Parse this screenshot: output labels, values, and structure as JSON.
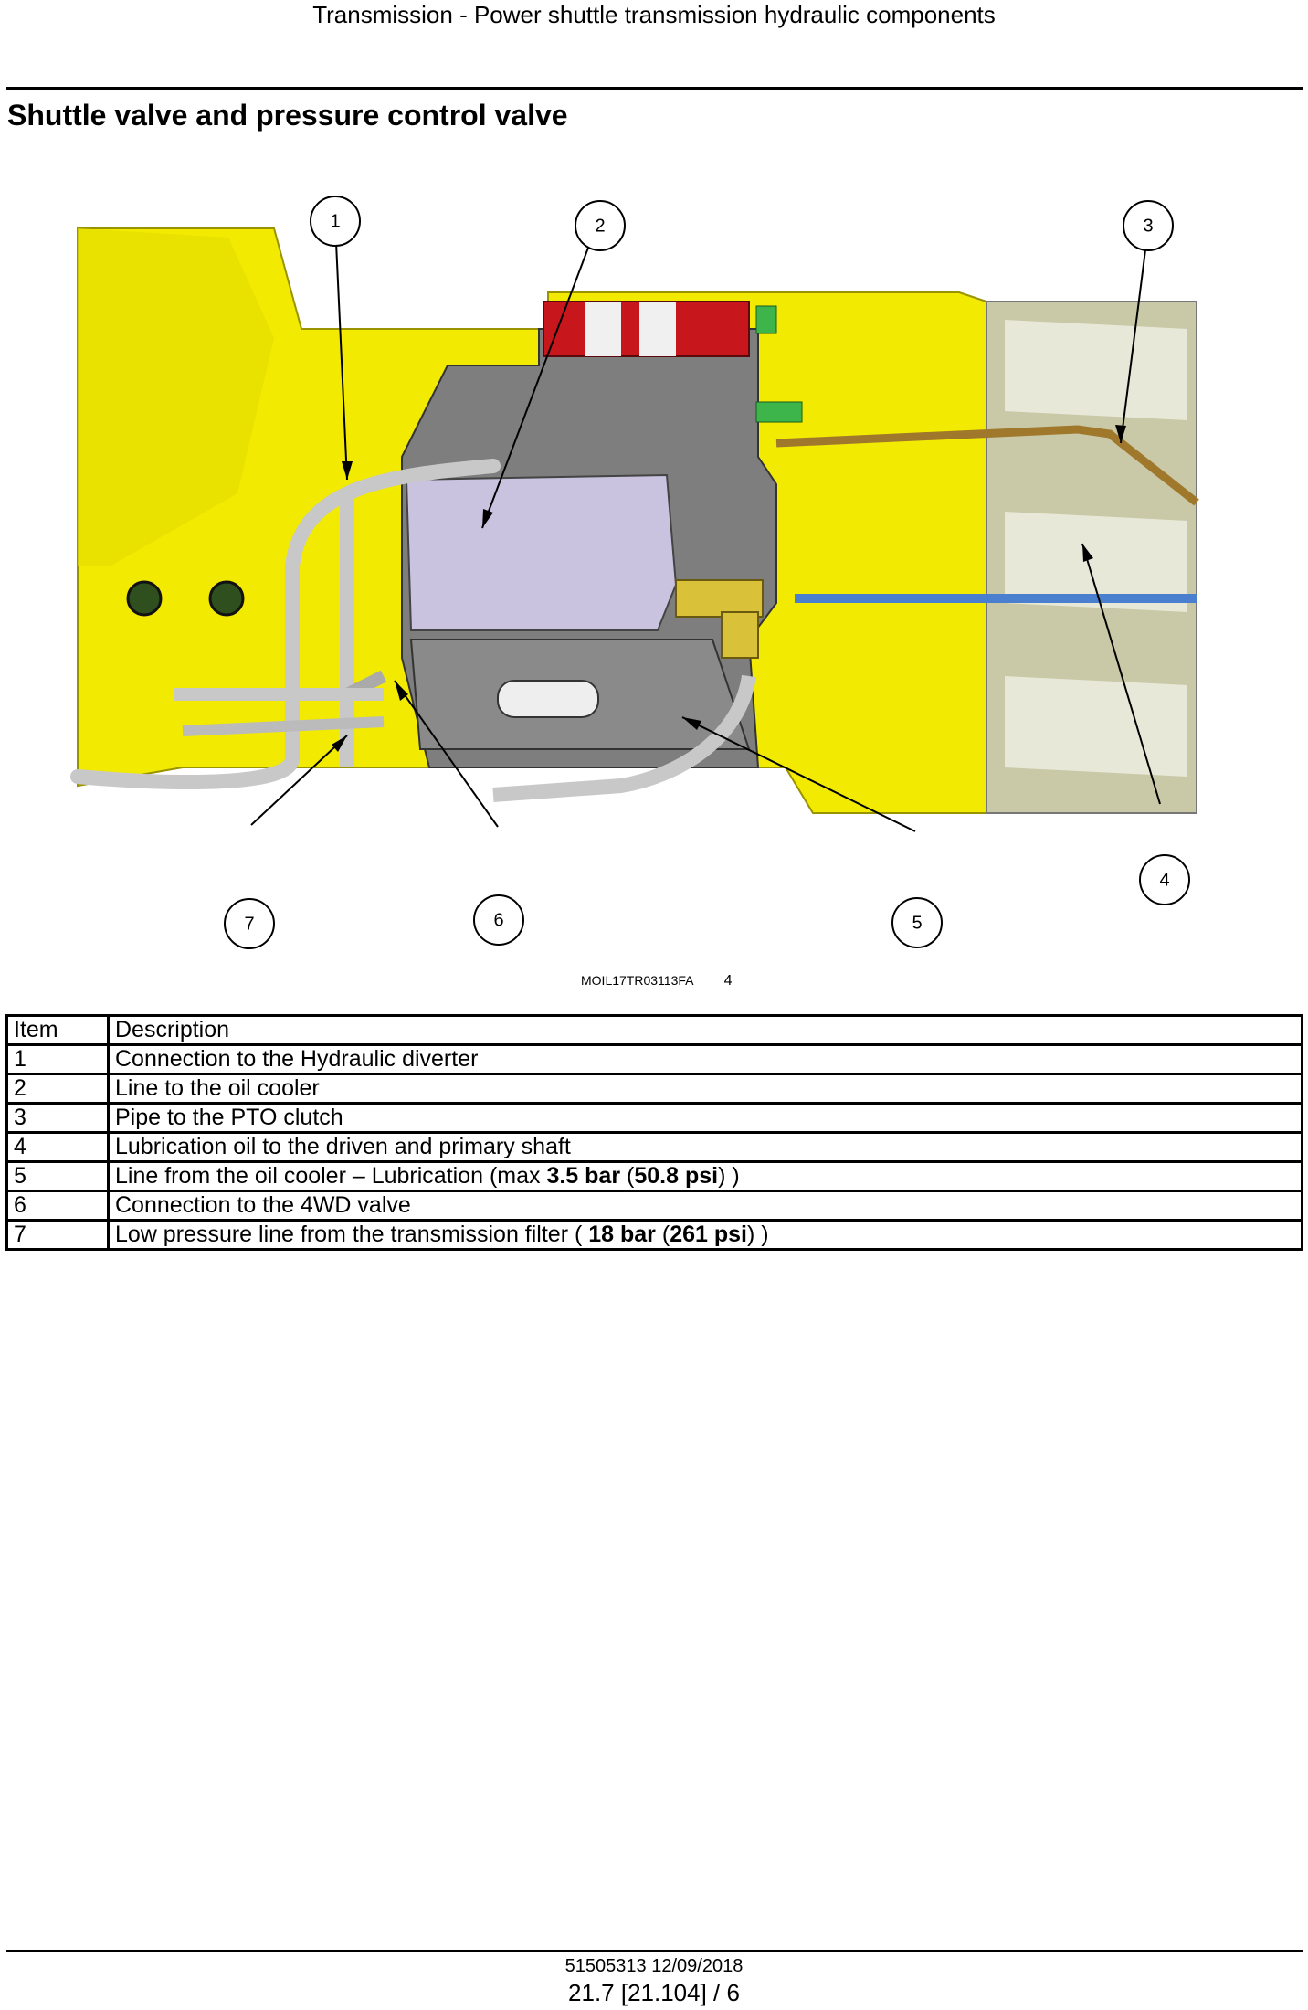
{
  "header": {
    "title": "Transmission - Power shuttle transmission hydraulic components"
  },
  "section": {
    "title": "Shuttle valve and pressure control valve"
  },
  "figure": {
    "callouts": [
      "1",
      "2",
      "3",
      "4",
      "5",
      "6",
      "7"
    ],
    "caption_id": "MOIL17TR03113FA",
    "caption_num": "4",
    "colors": {
      "housing": "#f2ea00",
      "valve_body": "#7e7e7e",
      "red_cover": "#c8161d",
      "green_fitting": "#3db54a",
      "pipe": "#c8c8c8",
      "brown_pipe": "#a0782c",
      "blue_pipe": "#4a7fd0"
    }
  },
  "table": {
    "headers": [
      "Item",
      "Description"
    ],
    "rows": [
      {
        "item": "1",
        "description": "Connection to the Hydraulic diverter"
      },
      {
        "item": "2",
        "description": "Line to the oil cooler"
      },
      {
        "item": "3",
        "description": "Pipe to the PTO clutch"
      },
      {
        "item": "4",
        "description": "Lubrication oil to the driven and primary shaft"
      },
      {
        "item": "5",
        "desc_a": "Line from the oil cooler – Lubrication (max ",
        "val1": "3.5 bar",
        "desc_b": " (",
        "val2": "50.8 psi",
        "desc_c": ") )"
      },
      {
        "item": "6",
        "description": "Connection to the 4WD valve"
      },
      {
        "item": "7",
        "desc_a": "Low pressure line from the transmission filter ( ",
        "val1": "18 bar",
        "desc_b": " (",
        "val2": "261 psi",
        "desc_c": ") )"
      }
    ]
  },
  "footer": {
    "doc": "51505313 12/09/2018",
    "page": "21.7 [21.104] / 6"
  }
}
